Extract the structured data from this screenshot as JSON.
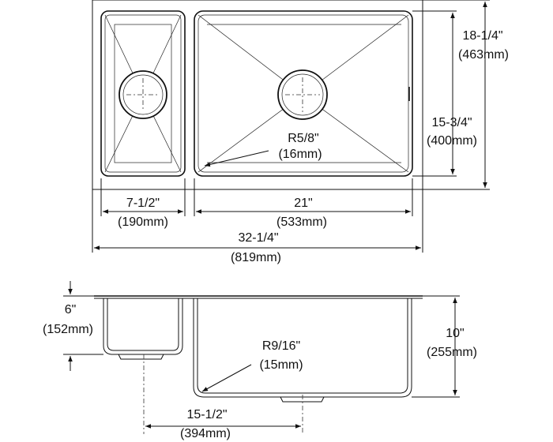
{
  "top_view": {
    "overall_width": {
      "imperial": "32-1/4\"",
      "metric": "(819mm)"
    },
    "small_bowl_width": {
      "imperial": "7-1/2\"",
      "metric": "(190mm)"
    },
    "large_bowl_width": {
      "imperial": "21\"",
      "metric": "(533mm)"
    },
    "overall_depth": {
      "imperial": "18-1/4\"",
      "metric": "(463mm)"
    },
    "bowl_depth": {
      "imperial": "15-3/4\"",
      "metric": "(400mm)"
    },
    "corner_radius": {
      "imperial": "R5/8\"",
      "metric": "(16mm)"
    }
  },
  "side_view": {
    "small_bowl_depth": {
      "imperial": "6\"",
      "metric": "(152mm)"
    },
    "large_bowl_depth": {
      "imperial": "10\"",
      "metric": "(255mm)"
    },
    "bottom_radius": {
      "imperial": "R9/16\"",
      "metric": "(15mm)"
    },
    "drain_offset": {
      "imperial": "15-1/2\"",
      "metric": "(394mm)"
    }
  }
}
